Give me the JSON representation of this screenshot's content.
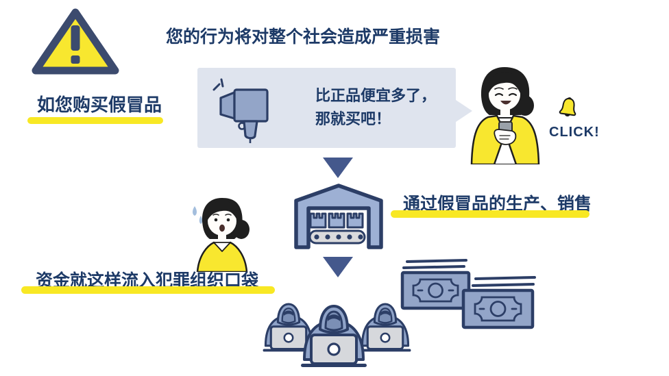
{
  "title": "您的行为将对整个社会造成严重损害",
  "steps": {
    "buy_label": "如您购买假冒品",
    "production_label": "通过假冒品的生产、销售",
    "funds_label": "资金就这样流入犯罪组织口袋"
  },
  "bubble": {
    "line1": "比正品便宜多了，",
    "line2": "那就买吧！"
  },
  "click_label": "CLICK!",
  "colors": {
    "text_navy": "#1d3a67",
    "outline_navy": "#2c3e66",
    "highlight_yellow": "#f8e824",
    "figure_yellow": "#f8e72f",
    "bubble_bg": "#dfe4ee",
    "figure_blue": "#93a5c8",
    "building_blue": "#9db0d4",
    "arrow_blue": "#44588c",
    "laptop_gray": "#d6d8dc",
    "sweat_blue": "#a3bedd"
  },
  "icons": {
    "warning": "warning-triangle-icon",
    "hairdryer": "hairdryer-icon",
    "woman_phone": "woman-with-phone-illustration",
    "bell": "bell-icon",
    "factory": "factory-conveyor-icon",
    "woman_worried": "worried-woman-illustration",
    "money": "banknotes-icon",
    "criminals": "hooded-hackers-illustration"
  }
}
